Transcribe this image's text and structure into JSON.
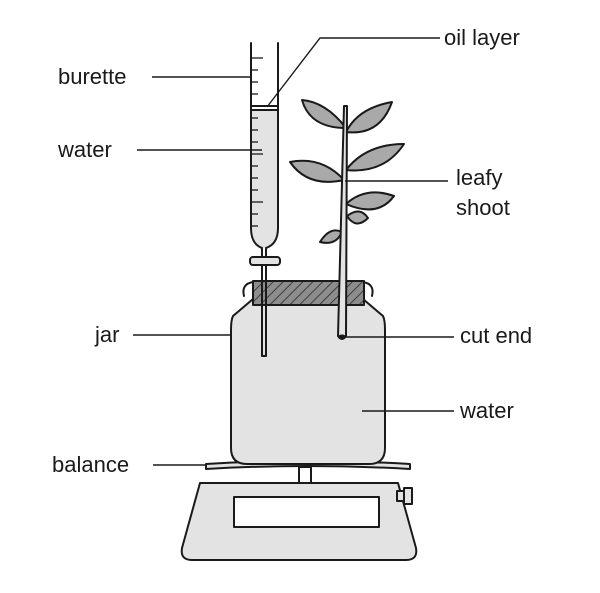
{
  "labels": {
    "burette": "burette",
    "water_left": "water",
    "jar": "jar",
    "balance": "balance",
    "oil_layer": "oil layer",
    "leafy_line1": "leafy",
    "leafy_line2": "shoot",
    "cut_end": "cut end",
    "water_right": "water"
  },
  "colors": {
    "outline": "#1a1a1a",
    "glass_fill": "#e3e3e3",
    "leaf_fill": "#a9a9a9",
    "bung_fill": "#8a8a8a",
    "background": "#ffffff"
  }
}
